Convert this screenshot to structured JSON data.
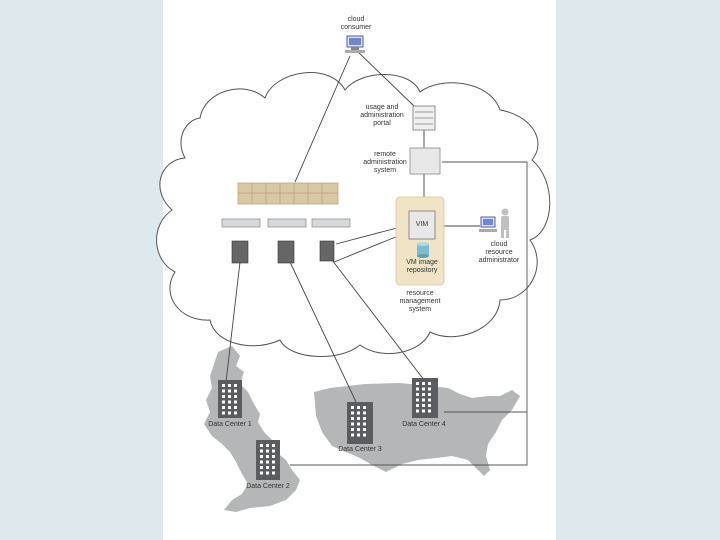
{
  "labels": {
    "cloud_consumer": "cloud\nconsumer",
    "portal": "usage and\nadministration\nportal",
    "remote_admin": "remote\nadministration\nsystem",
    "vim": "VIM",
    "vm_image_repo": "VM image\nrepository",
    "resource_mgmt": "resource\nmanagement\nsystem",
    "cloud_resource_admin": "cloud\nresource\nadministrator",
    "dc1": "Data Center 1",
    "dc2": "Data Center 2",
    "dc3": "Data Center 3",
    "dc4": "Data Center 4"
  },
  "colors": {
    "background": "#dfe8ec",
    "cloud_fill": "#ffffff",
    "cloud_stroke": "#555555",
    "map_fill": "#b4b6b8",
    "building": "#5a5c60",
    "vm_highlight": "#f1e4c6",
    "line": "#444444"
  }
}
